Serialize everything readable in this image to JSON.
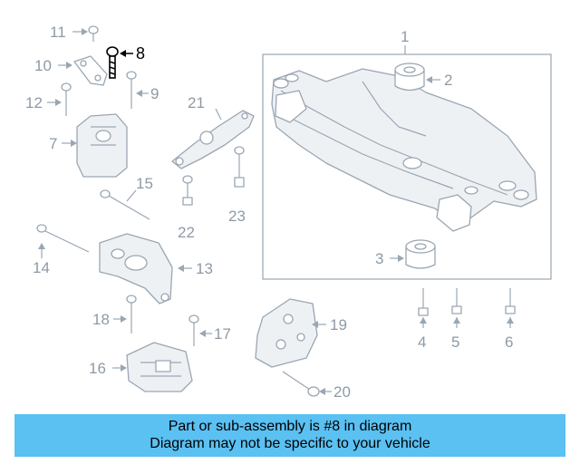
{
  "labels": {
    "p1": "1",
    "p2": "2",
    "p3": "3",
    "p4": "4",
    "p5": "5",
    "p6": "6",
    "p7": "7",
    "p8": "8",
    "p9": "9",
    "p10": "10",
    "p11": "11",
    "p12": "12",
    "p13": "13",
    "p14": "14",
    "p15": "15",
    "p16": "16",
    "p17": "17",
    "p18": "18",
    "p19": "19",
    "p20": "20",
    "p21": "21",
    "p22": "22",
    "p23": "23"
  },
  "highlighted_part": "8",
  "banner": {
    "line1": "Part or sub-assembly is #8 in diagram",
    "line2": "Diagram may not be specific to your vehicle"
  },
  "colors": {
    "banner_bg": "#5bc0f2",
    "parts": "#9aa6b2",
    "highlight": "#000000"
  }
}
